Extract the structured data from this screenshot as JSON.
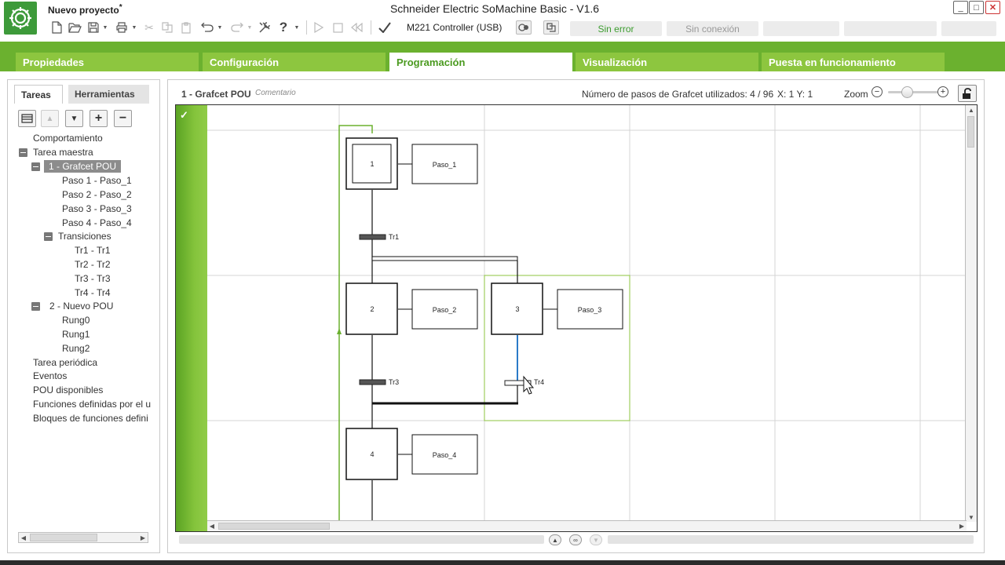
{
  "window": {
    "project_name": "Nuevo proyecto",
    "modified_marker": "*",
    "title": "Schneider Electric SoMachine Basic - V1.6",
    "controller": "M221 Controller (USB)",
    "status_error": "Sin error",
    "status_connection": "Sin conexión",
    "min_label": "_",
    "max_label": "□",
    "close_label": "✕"
  },
  "main_tabs": [
    {
      "label": "Propiedades"
    },
    {
      "label": "Configuración"
    },
    {
      "label": "Programación"
    },
    {
      "label": "Visualización"
    },
    {
      "label": "Puesta en funcionamiento"
    }
  ],
  "left_panel": {
    "tabs": [
      {
        "label": "Tareas"
      },
      {
        "label": "Herramientas"
      }
    ],
    "tree": [
      {
        "label": "Comportamiento"
      },
      {
        "label": "Tarea maestra"
      },
      {
        "label": "1 - Grafcet POU"
      },
      {
        "label": "Paso 1 - Paso_1"
      },
      {
        "label": "Paso 2 - Paso_2"
      },
      {
        "label": "Paso 3 - Paso_3"
      },
      {
        "label": "Paso 4 - Paso_4"
      },
      {
        "label": "Transiciones"
      },
      {
        "label": "Tr1 - Tr1"
      },
      {
        "label": "Tr2 - Tr2"
      },
      {
        "label": "Tr3 - Tr3"
      },
      {
        "label": "Tr4 - Tr4"
      },
      {
        "label": "2 - Nuevo POU"
      },
      {
        "label": "Rung0"
      },
      {
        "label": "Rung1"
      },
      {
        "label": "Rung2"
      },
      {
        "label": "Tarea periódica"
      },
      {
        "label": "Eventos"
      },
      {
        "label": "POU disponibles"
      },
      {
        "label": "Funciones definidas por el u"
      },
      {
        "label": "Bloques de funciones defini"
      }
    ]
  },
  "editor": {
    "pou_title": "1 - Grafcet POU",
    "comment_label": "Comentario",
    "steps_used": "Número de pasos de Grafcet utilizados: 4 / 96",
    "coords": "X: 1  Y: 1",
    "zoom_label": "Zoom",
    "zoom_minus": "−",
    "zoom_plus": "+"
  },
  "grafcet": {
    "steps": [
      {
        "number": "1",
        "action": "Paso_1"
      },
      {
        "number": "2",
        "action": "Paso_2"
      },
      {
        "number": "3",
        "action": "Paso_3"
      },
      {
        "number": "4",
        "action": "Paso_4"
      }
    ],
    "transitions": [
      {
        "label": "Tr1"
      },
      {
        "label": "Tr3"
      },
      {
        "label": "Tr4"
      }
    ]
  },
  "colors": {
    "accent_green": "#6bb12f",
    "tab_green": "#8dc63f",
    "ok_text": "#3c9c2f"
  }
}
